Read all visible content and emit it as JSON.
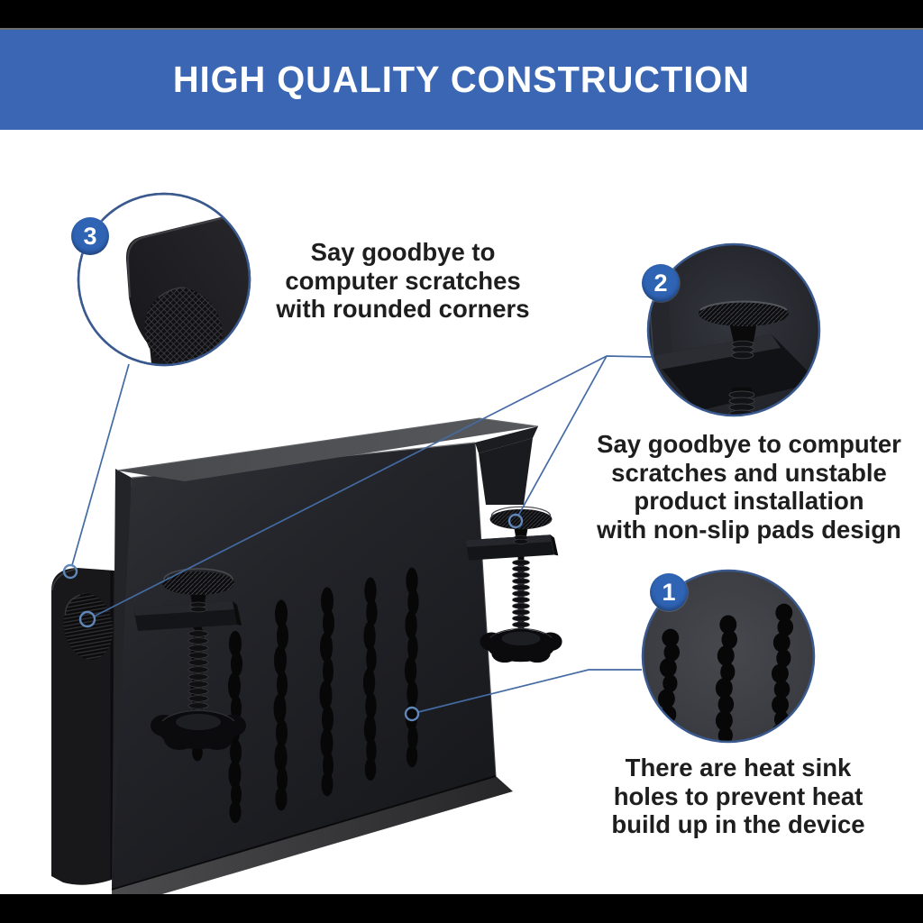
{
  "banner": {
    "title": "HIGH QUALITY CONSTRUCTION",
    "bg_color": "#3b66b4",
    "text_color": "#ffffff"
  },
  "page": {
    "background_color": "#ffffff",
    "top_bar_color": "#000000",
    "bottom_bar_color": "#000000"
  },
  "accent": {
    "badge_color": "#2f63b4",
    "leader_line_color": "#446ba3",
    "marker_ring_color": "#5f87ba",
    "callout_ring_color": "#3a5a8f",
    "body_text_color": "#1e1e1e"
  },
  "product": {
    "kind": "black under-desk computer holder with desk clamps"
  },
  "callouts": [
    {
      "number": "1",
      "lines": [
        "There are heat sink",
        "holes to prevent heat",
        "build up in the device"
      ]
    },
    {
      "number": "2",
      "lines": [
        "Say goodbye to computer",
        "scratches and unstable",
        "product installation",
        "with non-slip pads design"
      ]
    },
    {
      "number": "3",
      "lines": [
        "Say goodbye to",
        "computer scratches",
        "with rounded corners"
      ]
    }
  ]
}
